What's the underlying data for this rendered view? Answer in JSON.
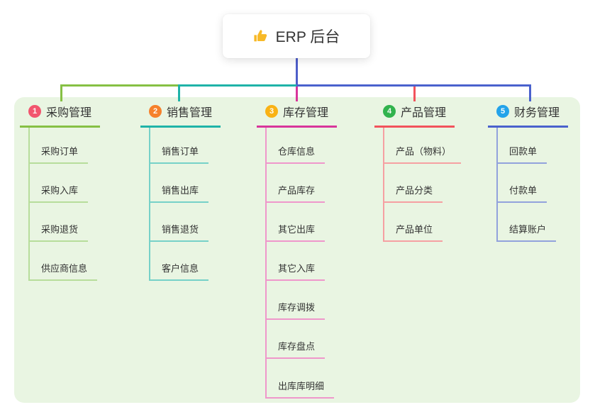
{
  "root": {
    "label": "ERP 后台",
    "icon": "thumbs-up-icon"
  },
  "colors": {
    "page_bg": "#ffffff",
    "panel_bg": "#e9f5e2",
    "root_connector": "#4e5ec9",
    "text": "#333333"
  },
  "branches": [
    {
      "number": "1",
      "label": "采购管理",
      "badge_color": "#f2556e",
      "line_color": "#86c044",
      "child_line_color": "#b7dd9b",
      "children": [
        "采购订单",
        "采购入库",
        "采购退货",
        "供应商信息"
      ]
    },
    {
      "number": "2",
      "label": "销售管理",
      "badge_color": "#f6812b",
      "line_color": "#1fb3a8",
      "child_line_color": "#76d1c8",
      "children": [
        "销售订单",
        "销售出库",
        "销售退货",
        "客户信息"
      ]
    },
    {
      "number": "3",
      "label": "库存管理",
      "badge_color": "#f9b214",
      "line_color": "#d8359b",
      "child_line_color": "#ef97cb",
      "children": [
        "仓库信息",
        "产品库存",
        "其它出库",
        "其它入库",
        "库存调拨",
        "库存盘点",
        "出库库明细"
      ]
    },
    {
      "number": "4",
      "label": "产品管理",
      "badge_color": "#31b34d",
      "line_color": "#f2535c",
      "child_line_color": "#f6a0a2",
      "children": [
        "产品（物料）",
        "产品分类",
        "产品单位"
      ]
    },
    {
      "number": "5",
      "label": "财务管理",
      "badge_color": "#23a3ea",
      "line_color": "#4a62cd",
      "child_line_color": "#92a2dc",
      "children": [
        "回款单",
        "付款单",
        "结算账户"
      ]
    }
  ]
}
